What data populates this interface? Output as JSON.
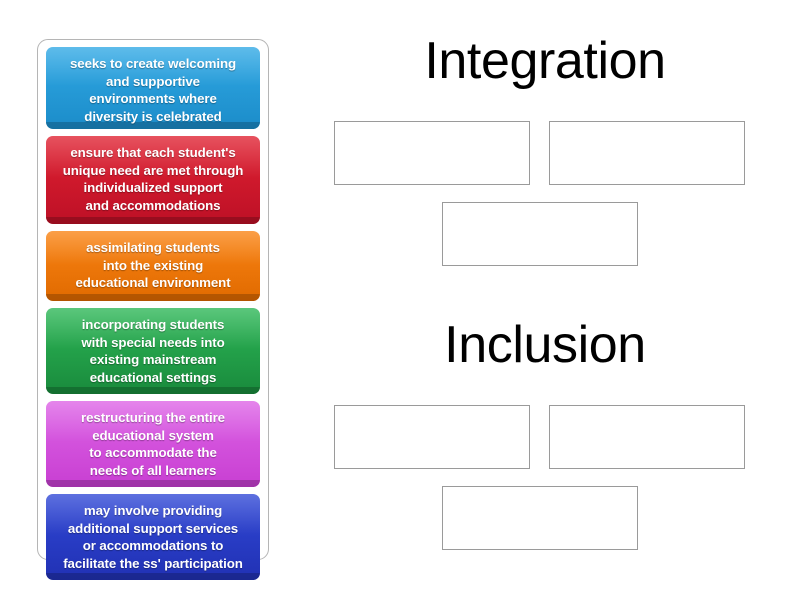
{
  "activity": {
    "type": "group-sort",
    "tile_panel": {
      "name": "draggable-tiles"
    },
    "tiles": [
      {
        "id": "tile-1",
        "text": "seeks to create welcoming\nand supportive\nenvironments where\ndiversity is celebrated",
        "color_top": "#31a9e5",
        "color_bottom": "#1b8cc9",
        "color_name": "blue",
        "height": 82
      },
      {
        "id": "tile-2",
        "text": "ensure that each student's\nunique need are met through\nindividualized support\nand accommodations",
        "color_top": "#e02232",
        "color_bottom": "#bd1026",
        "color_name": "red",
        "height": 88
      },
      {
        "id": "tile-3",
        "text": "assimilating students\ninto the existing\neducational environment",
        "color_top": "#fa8414",
        "color_bottom": "#e06a00",
        "color_name": "orange",
        "height": 70
      },
      {
        "id": "tile-4",
        "text": "incorporating students\nwith special needs into\nexisting mainstream\neducational settings",
        "color_top": "#2db757",
        "color_bottom": "#198a3c",
        "color_name": "green",
        "height": 86
      },
      {
        "id": "tile-5",
        "text": "restructuring the entire\neducational system\nto accommodate the\nneeds of all learners",
        "color_top": "#dd63e6",
        "color_bottom": "#c83fd2",
        "color_name": "magenta",
        "height": 86
      },
      {
        "id": "tile-6",
        "text": "may involve providing\nadditional support services\nor accommodations to\nfacilitate the ss' participation",
        "color_top": "#3048d6",
        "color_bottom": "#2131b4",
        "color_name": "dark-blue",
        "height": 86
      }
    ],
    "categories": [
      {
        "id": "category-integration",
        "title": "Integration",
        "dropzones": [
          {
            "id": "integration-slot-1",
            "value": ""
          },
          {
            "id": "integration-slot-2",
            "value": ""
          },
          {
            "id": "integration-slot-3",
            "value": ""
          }
        ]
      },
      {
        "id": "category-inclusion",
        "title": "Inclusion",
        "dropzones": [
          {
            "id": "inclusion-slot-1",
            "value": ""
          },
          {
            "id": "inclusion-slot-2",
            "value": ""
          },
          {
            "id": "inclusion-slot-3",
            "value": ""
          }
        ]
      }
    ],
    "colors": {
      "page_background": "#ffffff",
      "panel_border": "#b5b5b5",
      "dropzone_border": "#9a9a9a",
      "title_text": "#000000",
      "tile_text": "#ffffff"
    }
  }
}
